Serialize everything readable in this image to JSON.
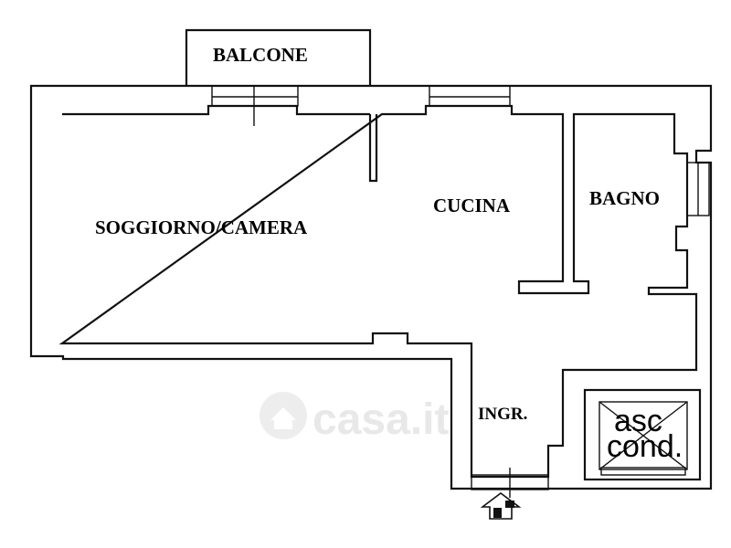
{
  "rooms": {
    "balcone": "BALCONE",
    "soggiorno": "SOGGIORNO/CAMERA",
    "cucina": "CUCINA",
    "bagno": "BAGNO",
    "ingresso": "INGR."
  },
  "elevator": {
    "line1": "asc",
    "line2": "cond."
  },
  "watermark": {
    "text": "casa.it"
  }
}
